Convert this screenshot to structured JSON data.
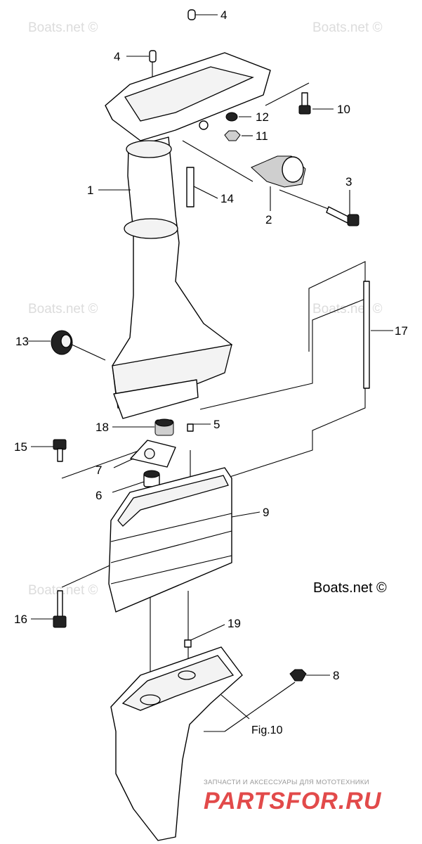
{
  "watermark": "Boats.net ©",
  "brand_label": "Boats.net ©",
  "figure_ref": "Fig.10",
  "logo": {
    "subtitle": "ЗАПЧАСТИ И АКСЕССУАРЫ ДЛЯ МОТОТЕХНИКИ",
    "name": "PARTSFOR.RU"
  },
  "callouts": [
    "1",
    "2",
    "3",
    "4",
    "4",
    "5",
    "6",
    "7",
    "8",
    "9",
    "10",
    "11",
    "12",
    "13",
    "14",
    "15",
    "16",
    "17",
    "18",
    "19"
  ]
}
